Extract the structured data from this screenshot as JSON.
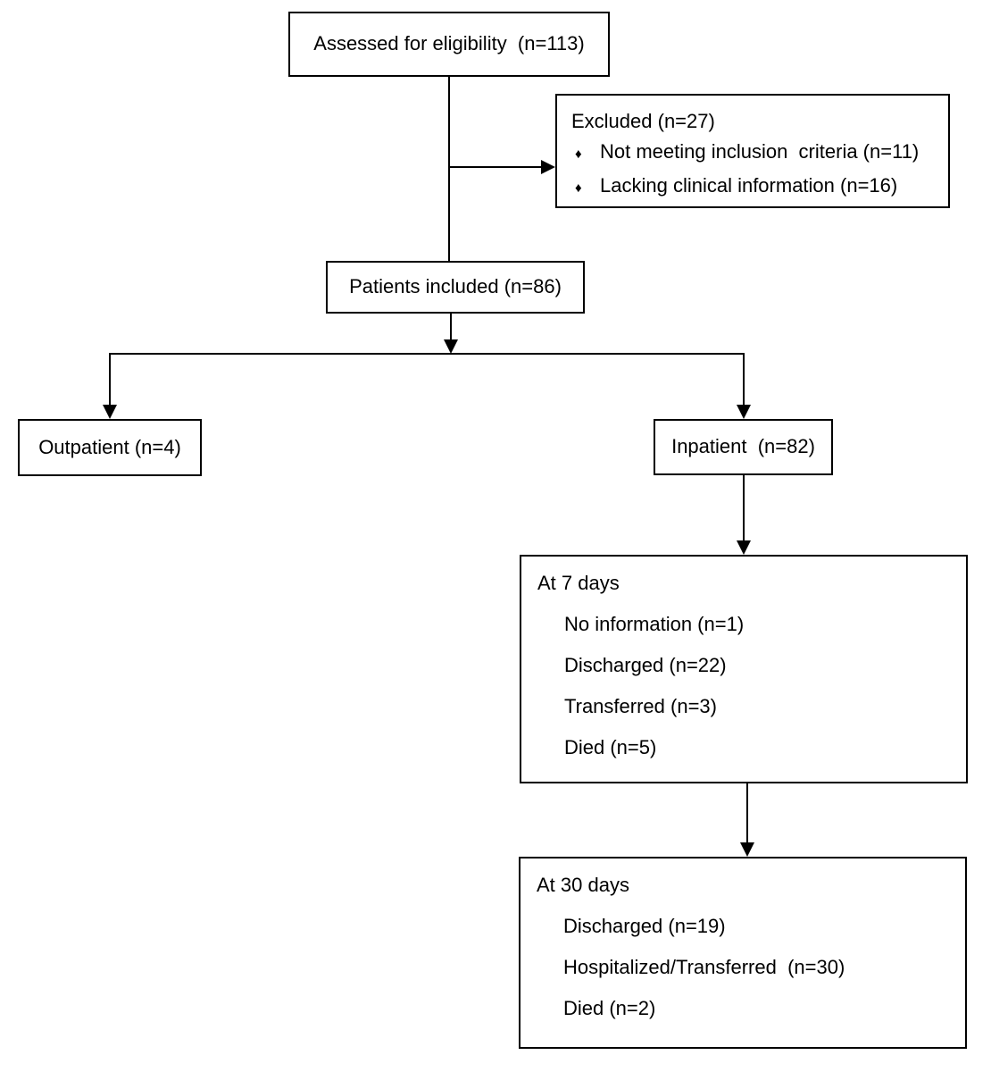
{
  "diagram": {
    "boxes": {
      "assessed": {
        "label": "Assessed for eligibility  (n=113)"
      },
      "excluded": {
        "title": "Excluded (n=27)",
        "bullet": "♦",
        "items": [
          "Not meeting inclusion  criteria (n=11)",
          "Lacking clinical information (n=16)"
        ]
      },
      "included": {
        "label": "Patients included (n=86)"
      },
      "outpatient": {
        "label": "Outpatient (n=4)"
      },
      "inpatient": {
        "label": "Inpatient  (n=82)"
      },
      "at7days": {
        "title": "At 7 days",
        "items": [
          "No information (n=1)",
          "Discharged (n=22)",
          "Transferred (n=3)",
          "Died (n=5)"
        ]
      },
      "at30days": {
        "title": "At 30 days",
        "items": [
          "Discharged (n=19)",
          "Hospitalized/Transferred  (n=30)",
          "Died (n=2)"
        ]
      }
    },
    "colors": {
      "line": "#000000",
      "background": "#ffffff",
      "text": "#000000"
    }
  }
}
